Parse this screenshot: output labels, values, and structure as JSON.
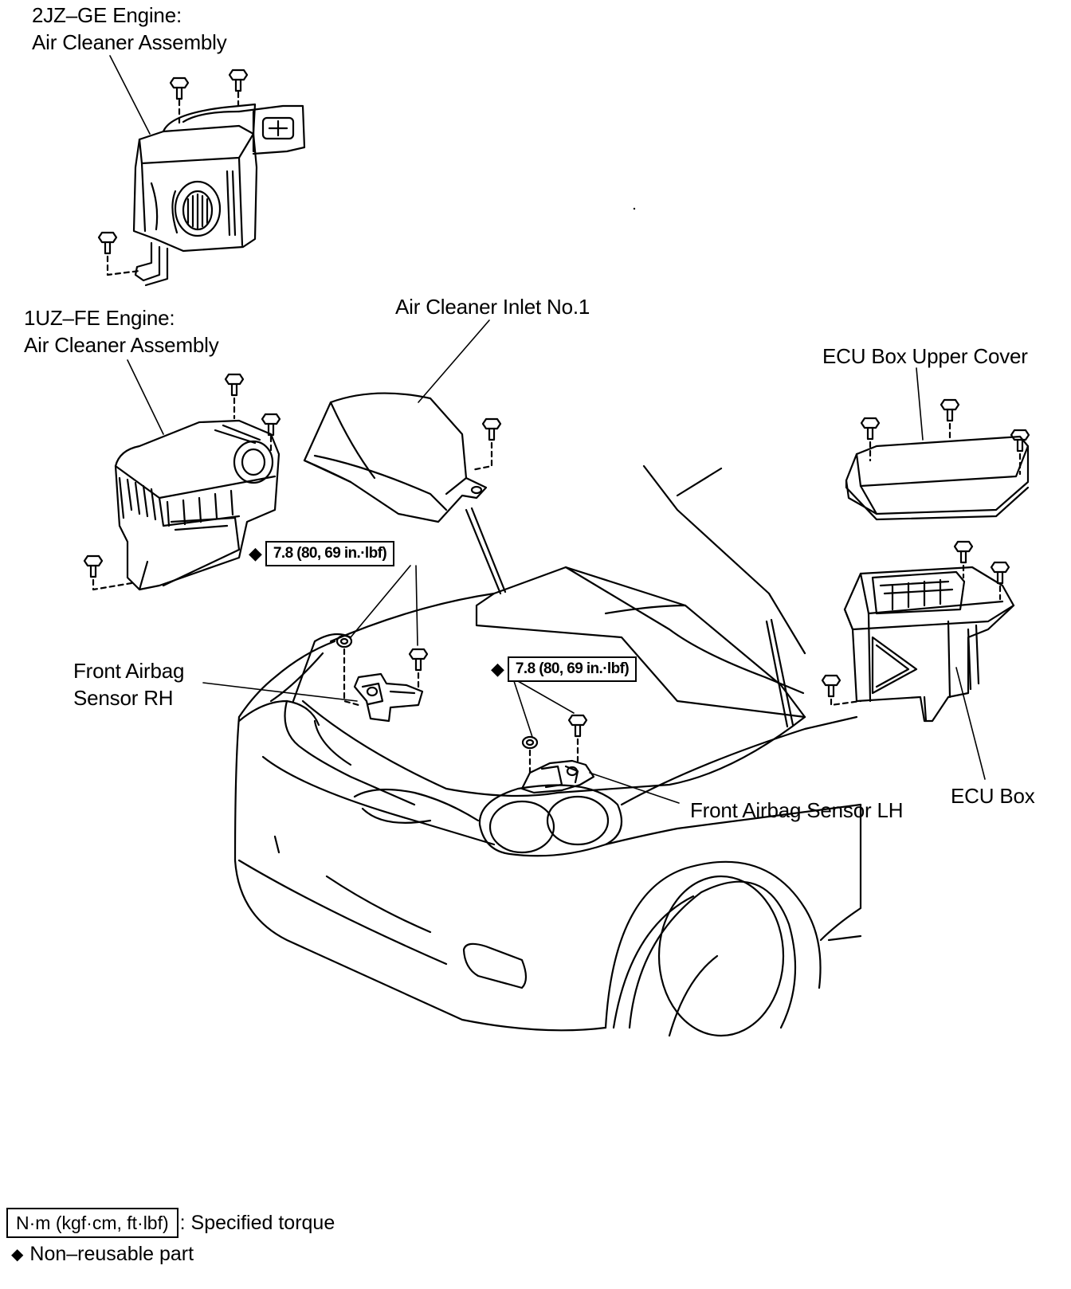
{
  "labels": {
    "engine_2jz_line1": "2JZ–GE Engine:",
    "engine_2jz_line2": "Air Cleaner Assembly",
    "engine_1uz_line1": "1UZ–FE Engine:",
    "engine_1uz_line2": "Air Cleaner Assembly",
    "air_cleaner_inlet": "Air Cleaner Inlet No.1",
    "ecu_box_upper_cover": "ECU Box Upper Cover",
    "front_airbag_rh_line1": "Front Airbag",
    "front_airbag_rh_line2": "Sensor RH",
    "front_airbag_lh": "Front Airbag Sensor LH",
    "ecu_box": "ECU Box"
  },
  "torque_specs": [
    {
      "symbol": "◆",
      "value": "7.8 (80, 69 in.·lbf)"
    },
    {
      "symbol": "◆",
      "value": "7.8 (80, 69 in.·lbf)"
    }
  ],
  "legend": {
    "unit_box": "N·m (kgf·cm, ft·lbf)",
    "unit_desc": ": Specified torque",
    "nonreusable_symbol": "◆",
    "nonreusable_desc": "Non–reusable part"
  }
}
